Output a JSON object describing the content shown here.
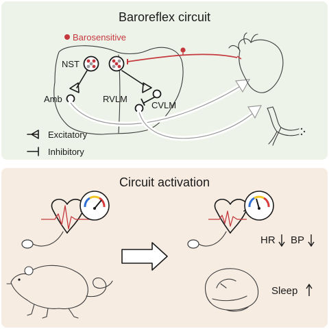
{
  "top_panel": {
    "title": "Baroreflex circuit",
    "background": "#eef3e9",
    "nodes": {
      "barosensitive": "Barosensitive",
      "nst": "NST",
      "amb": "Amb",
      "rvlm": "RVLM",
      "cvlm": "CVLM"
    },
    "legend": {
      "excitatory": "Excitatory",
      "inhibitory": "Inhibitory"
    },
    "colors": {
      "barosensitive": "#c4383e",
      "line": "#1a1a1a"
    }
  },
  "bottom_panel": {
    "title": "Circuit activation",
    "background": "#f6ece2",
    "labels": {
      "hr": "HR",
      "bp": "BP",
      "sleep": "Sleep"
    },
    "indicators": {
      "hr": "down-arrow-icon",
      "bp": "down-arrow-icon",
      "sleep": "up-arrow-icon"
    },
    "gauge_colors": [
      "#2f6fd6",
      "#f2c522",
      "#d93a3a"
    ]
  }
}
